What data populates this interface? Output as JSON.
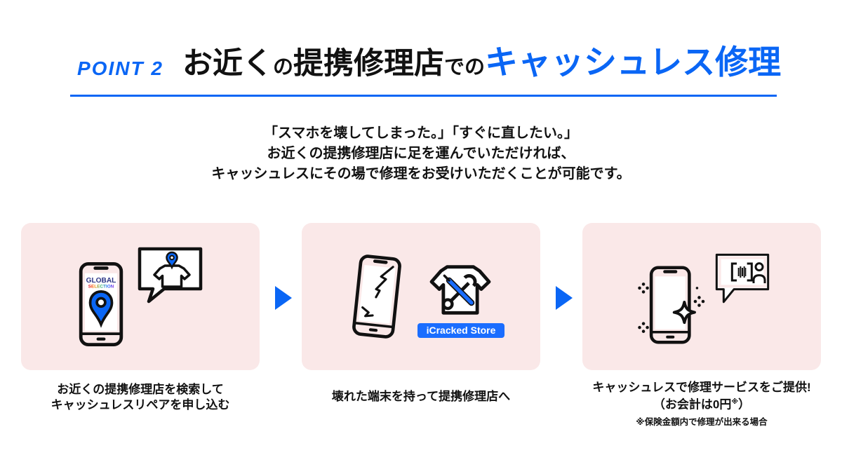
{
  "colors": {
    "accent_blue": "#0A66F5",
    "badge_blue": "#1A6DFF",
    "panel_pink": "#FAE8E8",
    "ink": "#111111",
    "logo_navy": "#2D3586"
  },
  "header": {
    "point_label": "POINT 2",
    "title": {
      "part1": "お近く",
      "part2": "の",
      "part3": "提携修理店",
      "part4": "での",
      "highlight": "キャッシュレス修理"
    }
  },
  "intro": {
    "line1": "「スマホを壊してしまった。」「すぐに直したい。」",
    "line2": "お近くの提携修理店に足を運んでいただければ、",
    "line3": "キャッシュレスにその場で修理をお受けいただくことが可能です。"
  },
  "steps": [
    {
      "caption_line1": "お近くの提携修理店を検索して",
      "caption_line2": "キャッシュレスリペアを申し込む",
      "phone_logo_top": "GLOBAL",
      "phone_logo_bottom": "SELECTION",
      "icons": [
        "smartphone-map-pin",
        "speech-bubble-store"
      ]
    },
    {
      "caption_line1": "壊れた端末を持って提携修理店へ",
      "store_label": "iCracked Store",
      "icons": [
        "smartphone-cracked",
        "store-repair-tools"
      ]
    },
    {
      "caption_line1": "キャッシュレスで修理サービスをご提供!",
      "caption2_pre": "（お会計は0円",
      "caption2_sup": "※",
      "caption2_post": "）",
      "footnote": "※保険金額内で修理が出来る場合",
      "icons": [
        "smartphone-sparkle",
        "speech-bubble-scan"
      ]
    }
  ]
}
